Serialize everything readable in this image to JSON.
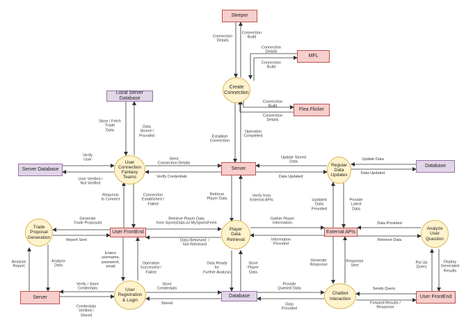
{
  "entities": {
    "sleeper": "Sleeper",
    "mfl": "MFL",
    "flea_flicker": "Flea Flicker",
    "local_server_database": "Local Server Database",
    "server_database": "Server Database",
    "server_top": "Server",
    "database_right": "Database",
    "user_frontend_mid": "User FrontEnd",
    "external_apis": "External APIs",
    "server_bottom": "Server",
    "database_bottom": "Database",
    "user_frontend_right": "User FrontEnd"
  },
  "processes": {
    "create_connection": "Create\nConnection",
    "user_connection": "User\nConnection\nFantasy\nTeams",
    "regular_data_updates": "Regular\nData\nUpdates",
    "trade_proposal": "Trade\nProposal\nGeneration",
    "player_data_retrieval": "Player\nData\nRetrieval",
    "analyze_user_question": "Analyze\nUser\nQuestion",
    "user_registration": "User\nRegistration\n& Login",
    "chatbot_interaction": "Chatbot\nInteraction"
  },
  "labels": {
    "l1": "Connection\nDetails",
    "l2": "Connection\nBuild",
    "l3": "Connection\nDetails",
    "l4": "Connection\nBuild",
    "l5": "Connection\nBuild",
    "l6": "Connection\nDetails",
    "l7": "Operation\nCompleted",
    "l8": "Establish\nConnection",
    "l9": "Store / Fetch\nTrade\nData",
    "l10": "Data\nStored /\nProvided",
    "l11": "Verify\nUser",
    "l12": "User Verified /\nNot Verified",
    "l13": "Send\nConnection Details",
    "l14": "Verify Credentials",
    "l15": "Update Stored\nData",
    "l16": "Data Updated",
    "l17": "Update Data",
    "l18": "Data Updated",
    "l19": "Requests\nto Connect",
    "l20": "Connection\nEstablished /\nFailed",
    "l21": "Retrieve\nPlayer Data",
    "l22": "Verify from\nExternal APIs",
    "l23": "Updated\nData\nProvided",
    "l24": "Provide\nLatest\nData",
    "l25": "Generate\nTrade Proposals",
    "l26": "Report Sent",
    "l27": "Retrieve Player Data\nfrom SportsData.io/ MySportsFeed",
    "l28": "Data Retrieved  /\nNot Retrieved",
    "l29": "Gather Player\nInformation",
    "l30": "Information\nProvided",
    "l31": "Data Provided",
    "l32": "Retrieve Data",
    "l33": "Analysis\nReport",
    "l34": "Analyze\nData",
    "l35": "Enters\nusername,\npassword,\nemail",
    "l36": "Operation\nSuccessful /\nFailed",
    "l37": "Data Ready\nfor\nFurther Analysis",
    "l38": "Store\nPlayer\nData",
    "l39": "Generate\nResponse",
    "l40": "Response\nSent",
    "l41": "Put Up\nQuery",
    "l42": "Display\nGenerated\nResults",
    "l43": "Verify / Store\nCredentials",
    "l44": "Credentials\nVerified /\nStored",
    "l45": "Store\nCredentials",
    "l46": "Stored",
    "l47": "Provide\nQueried Data",
    "l48": "Data\nProvided",
    "l49": "Sends Query",
    "l50": "Forward Results /\nResponse"
  }
}
